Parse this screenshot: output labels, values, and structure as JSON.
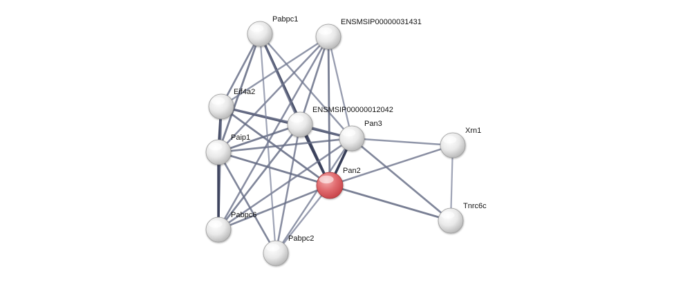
{
  "network": {
    "query_node": "Pan2",
    "nodes": [
      {
        "id": "Pabpc1",
        "label": "Pabpc1",
        "type": "partner"
      },
      {
        "id": "ENSMSIP00000031431",
        "label": "ENSMSIP00000031431",
        "type": "partner"
      },
      {
        "id": "Eif4a2",
        "label": "Eif4a2",
        "type": "partner"
      },
      {
        "id": "ENSMSIP00000012042",
        "label": "ENSMSIP00000012042",
        "type": "partner"
      },
      {
        "id": "Pan3",
        "label": "Pan3",
        "type": "partner"
      },
      {
        "id": "Xrn1",
        "label": "Xrn1",
        "type": "partner"
      },
      {
        "id": "Paip1",
        "label": "Paip1",
        "type": "partner"
      },
      {
        "id": "Pan2",
        "label": "Pan2",
        "type": "query"
      },
      {
        "id": "Tnrc6c",
        "label": "Tnrc6c",
        "type": "partner"
      },
      {
        "id": "Pabpc6",
        "label": "Pabpc6",
        "type": "partner"
      },
      {
        "id": "Pabpc2",
        "label": "Pabpc2",
        "type": "partner"
      }
    ],
    "edges": [
      {
        "source": "Pabpc1",
        "target": "Eif4a2",
        "strength": 0.55
      },
      {
        "source": "Pabpc1",
        "target": "Paip1",
        "strength": 0.6
      },
      {
        "source": "Pabpc1",
        "target": "Pan2",
        "strength": 0.85
      },
      {
        "source": "Pabpc1",
        "target": "Pan3",
        "strength": 0.45
      },
      {
        "source": "Pabpc1",
        "target": "ENSMSIP00000012042",
        "strength": 0.5
      },
      {
        "source": "ENSMSIP00000031431",
        "target": "Eif4a2",
        "strength": 0.45
      },
      {
        "source": "ENSMSIP00000031431",
        "target": "Paip1",
        "strength": 0.5
      },
      {
        "source": "ENSMSIP00000031431",
        "target": "ENSMSIP00000012042",
        "strength": 0.55
      },
      {
        "source": "ENSMSIP00000031431",
        "target": "Pan3",
        "strength": 0.4
      },
      {
        "source": "ENSMSIP00000031431",
        "target": "Pan2",
        "strength": 0.6
      },
      {
        "source": "ENSMSIP00000031431",
        "target": "Pabpc6",
        "strength": 0.5
      },
      {
        "source": "Eif4a2",
        "target": "Paip1",
        "strength": 0.9
      },
      {
        "source": "Eif4a2",
        "target": "Pabpc6",
        "strength": 0.6
      },
      {
        "source": "Eif4a2",
        "target": "Pan3",
        "strength": 0.8
      },
      {
        "source": "Eif4a2",
        "target": "Pan2",
        "strength": 0.6
      },
      {
        "source": "Eif4a2",
        "target": "ENSMSIP00000012042",
        "strength": 0.5
      },
      {
        "source": "ENSMSIP00000012042",
        "target": "Paip1",
        "strength": 0.6
      },
      {
        "source": "ENSMSIP00000012042",
        "target": "Pan3",
        "strength": 0.55
      },
      {
        "source": "ENSMSIP00000012042",
        "target": "Pan2",
        "strength": 0.9
      },
      {
        "source": "ENSMSIP00000012042",
        "target": "Pabpc6",
        "strength": 0.55
      },
      {
        "source": "ENSMSIP00000012042",
        "target": "Pabpc2",
        "strength": 0.5
      },
      {
        "source": "Paip1",
        "target": "Pan3",
        "strength": 0.55
      },
      {
        "source": "Paip1",
        "target": "Pan2",
        "strength": 0.6
      },
      {
        "source": "Paip1",
        "target": "Pabpc6",
        "strength": 0.9
      },
      {
        "source": "Paip1",
        "target": "Pabpc2",
        "strength": 0.55
      },
      {
        "source": "Pan3",
        "target": "Pan2",
        "strength": 0.95
      },
      {
        "source": "Pan3",
        "target": "Xrn1",
        "strength": 0.45
      },
      {
        "source": "Pan3",
        "target": "Tnrc6c",
        "strength": 0.55
      },
      {
        "source": "Pan3",
        "target": "Pabpc6",
        "strength": 0.5
      },
      {
        "source": "Pan3",
        "target": "Pabpc2",
        "strength": 0.45
      },
      {
        "source": "Pan2",
        "target": "Xrn1",
        "strength": 0.5
      },
      {
        "source": "Pan2",
        "target": "Tnrc6c",
        "strength": 0.6
      },
      {
        "source": "Pan2",
        "target": "Pabpc6",
        "strength": 0.55
      },
      {
        "source": "Pan2",
        "target": "Pabpc2",
        "strength": 0.4
      },
      {
        "source": "Xrn1",
        "target": "Tnrc6c",
        "strength": 0.35
      },
      {
        "source": "Pabpc1",
        "target": "Pabpc2",
        "strength": 0.35
      }
    ]
  },
  "colors": {
    "edge_strong": "#2e3550",
    "edge_weak": "#a8afc6",
    "node_partner_light": "#ffffff",
    "node_partner_dark": "#b9b9b9",
    "node_query_light": "#f5b0b0",
    "node_query_dark": "#c8454a",
    "label": "#111111"
  }
}
